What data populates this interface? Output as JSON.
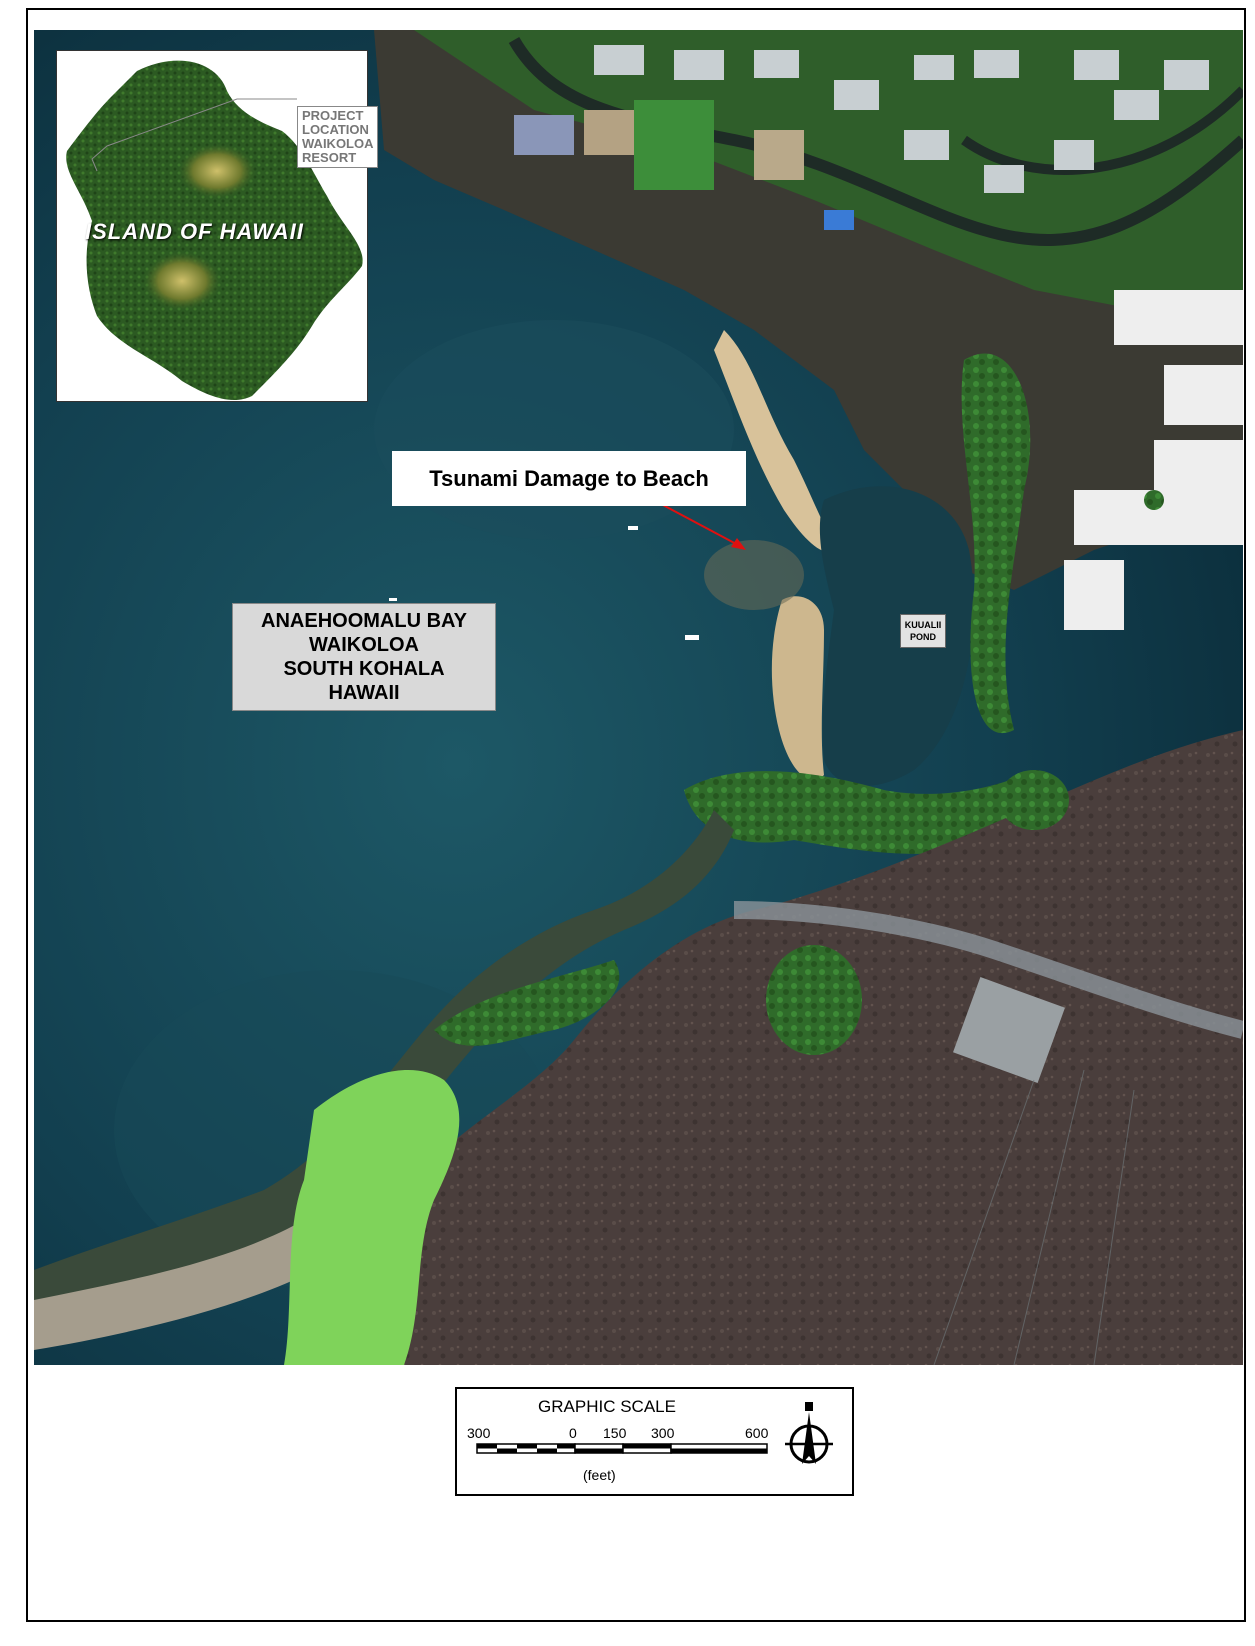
{
  "map": {
    "callout": "Tsunami Damage to Beach",
    "bay_label": [
      "ANAEHOOMALU BAY",
      "WAIKOLOA",
      "SOUTH KOHALA",
      "HAWAII"
    ],
    "pond_label": [
      "KUUALII",
      "POND"
    ],
    "inset": {
      "island_label": "ISLAND OF HAWAII",
      "project_label": "PROJECT LOCATION\nWAIKOLOA RESORT"
    }
  },
  "scale": {
    "title": "GRAPHIC SCALE",
    "ticks": [
      "300",
      "0",
      "150",
      "300",
      "600"
    ],
    "unit": "(feet)"
  },
  "colors": {
    "ocean": "#123f4f",
    "lava": "#4a3f3d",
    "vegetation": "#2f6b2a",
    "golf": "#7fd35a",
    "sand": "#d8c29a",
    "arrow": "#e01010"
  },
  "icons": [
    "north-arrow-icon"
  ]
}
